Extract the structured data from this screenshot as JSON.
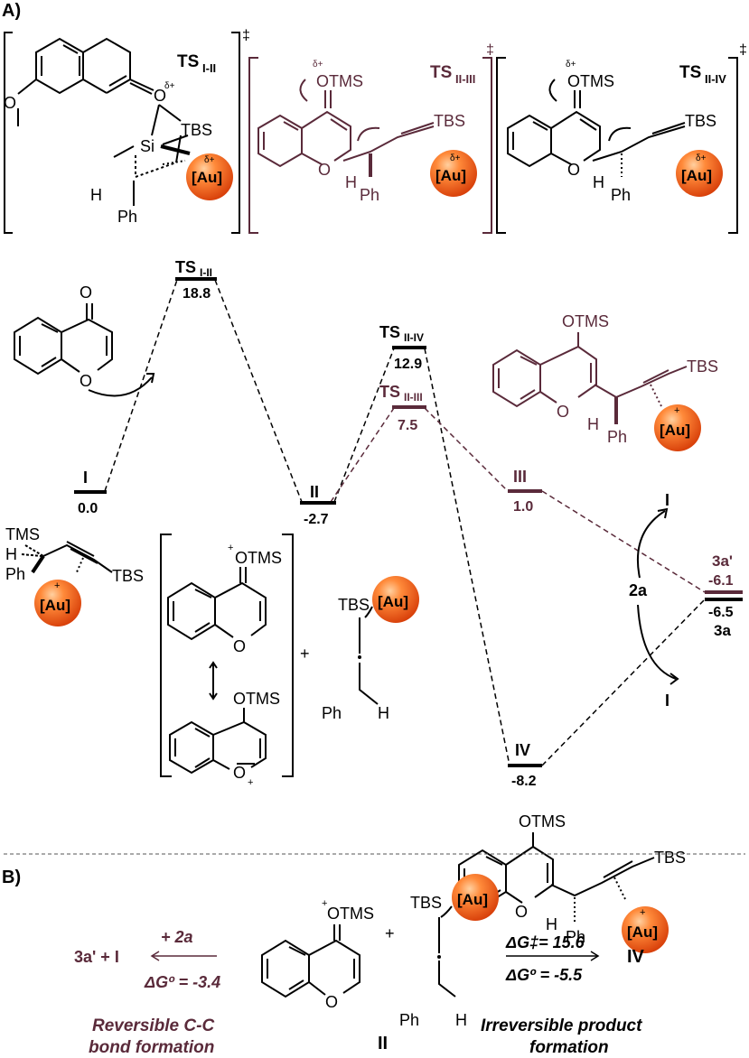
{
  "panel_a": {
    "label": "A)",
    "ts_boxes": [
      {
        "label": "TS",
        "sub": "I-II",
        "mark": "‡",
        "delta_o": "δ+",
        "delta_au": "δ+",
        "au": "[Au]",
        "tbs": "TBS",
        "si": "Si",
        "o": "O",
        "h": "H",
        "ph": "Ph"
      },
      {
        "label": "TS",
        "sub": "II-III",
        "mark": "‡",
        "delta": "δ+",
        "otms": "OTMS",
        "delta_au": "δ+",
        "au": "[Au]",
        "tbs": "TBS",
        "o": "O",
        "h": "H",
        "ph": "Ph"
      },
      {
        "label": "TS",
        "sub": "II-IV",
        "mark": "‡",
        "delta": "δ+",
        "otms": "OTMS",
        "delta_au": "δ+",
        "au": "[Au]",
        "tbs": "TBS",
        "o": "O",
        "h": "H",
        "ph": "Ph"
      }
    ],
    "levels": [
      {
        "id": "I",
        "label": "I",
        "value": "0.0",
        "color": "#000000"
      },
      {
        "id": "TS_I_II",
        "label": "TS",
        "sub": "I-II",
        "value": "18.8",
        "color": "#000000"
      },
      {
        "id": "II",
        "label": "II",
        "value": "-2.7",
        "color": "#000000"
      },
      {
        "id": "TS_II_IV",
        "label": "TS",
        "sub": "II-IV",
        "value": "12.9",
        "color": "#000000"
      },
      {
        "id": "TS_II_III",
        "label": "TS",
        "sub": "II-III",
        "value": "7.5",
        "color": "#5a2a3a"
      },
      {
        "id": "III",
        "label": "III",
        "value": "1.0",
        "color": "#5a2a3a"
      },
      {
        "id": "IV",
        "label": "IV",
        "value": "-8.2",
        "color": "#000000"
      },
      {
        "id": "3a_prime",
        "label": "3a'",
        "value": "-6.1",
        "color": "#5a2a3a"
      },
      {
        "id": "3a",
        "label": "3a",
        "value": "-6.5",
        "color": "#000000"
      }
    ],
    "chromone_o": "O",
    "reagent_2a": "2a",
    "released_1": "I",
    "released_2": "I",
    "complex_I": {
      "tms": "TMS",
      "h": "H",
      "ph": "Ph",
      "tbs": "TBS",
      "au": "[Au]",
      "plus": "+"
    },
    "intermediate_II": {
      "otms_top": "OTMS",
      "plus_top": "+",
      "o_top": "O",
      "otms_bottom": "OTMS",
      "o_bottom": "O",
      "plus_bottom": "+",
      "plus": "+",
      "tbs": "TBS",
      "au": "[Au]",
      "ph": "Ph",
      "h": "H"
    },
    "product_III": {
      "otms": "OTMS",
      "tbs": "TBS",
      "o": "O",
      "h": "H",
      "ph": "Ph",
      "au": "[Au]",
      "plus": "+"
    },
    "product_IV": {
      "otms": "OTMS",
      "tbs": "TBS",
      "o": "O",
      "h": "H",
      "ph": "Ph",
      "au": "[Au]",
      "plus": "+"
    }
  },
  "panel_b": {
    "label": "B)",
    "left_product": "3a' + I",
    "left_reagent": "+ 2a",
    "left_dg": "ΔGº = -3.4",
    "left_caption_1": "Reversible C-C",
    "left_caption_2": "bond formation",
    "center": {
      "otms": "OTMS",
      "plus_top": "+",
      "o": "O",
      "plus": "+",
      "tbs": "TBS",
      "au": "[Au]",
      "ph": "Ph",
      "h": "H",
      "label": "II"
    },
    "right_dg_act": "ΔG‡= 15.6",
    "right_dg": "ΔGº = -5.5",
    "right_product": "IV",
    "right_caption_1": "Irreversible product",
    "right_caption_2": "formation"
  },
  "colors": {
    "plum": "#5a2a3a",
    "gold_ball": "#f05a1a",
    "black": "#000000"
  }
}
